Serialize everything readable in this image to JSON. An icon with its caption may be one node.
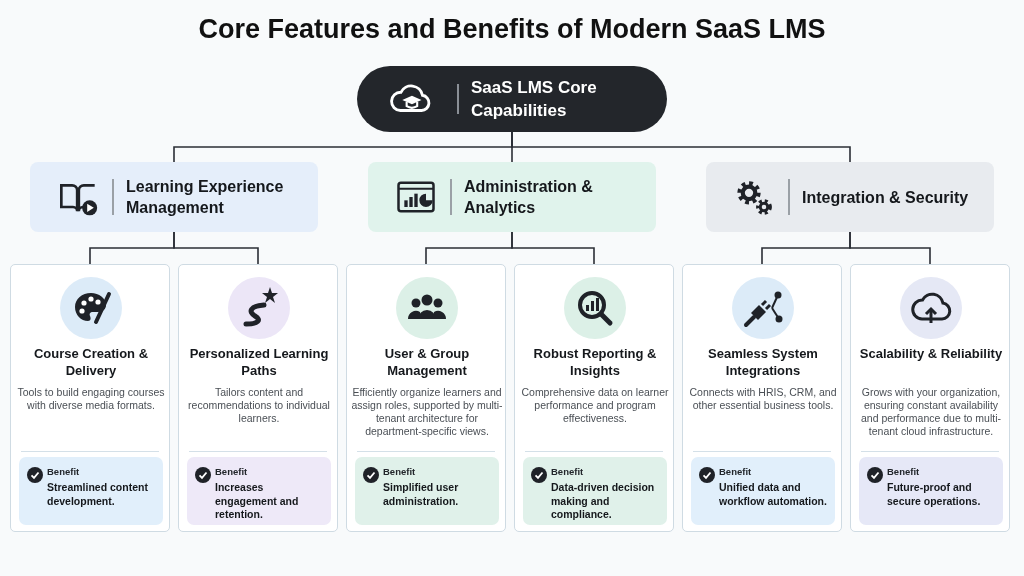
{
  "diagram": {
    "title": "Core Features and Benefits of Modern SaaS LMS",
    "nodes": [
      {
        "text": [
          "SaaS LMS Core Capabilities"
        ]
      },
      {
        "text": [
          "Learning Experience Management"
        ]
      },
      {
        "text": [
          "Administration & Analytics"
        ]
      },
      {
        "text": [
          "Integration & Security"
        ]
      },
      {
        "text": [
          "Course Creation & Delivery",
          "Tools to build engaging courses with diverse media formats."
        ]
      },
      {
        "text": [
          "Benefit",
          "Streamlined content development."
        ],
        "in": 4
      },
      {
        "text": [
          "Personalized Learning Paths",
          "Tailors content and recommendations to individual learners."
        ]
      },
      {
        "text": [
          "Benefit",
          "Increases engagement and retention."
        ],
        "in": 6
      },
      {
        "text": [
          "User & Group Management",
          "Efficiently organize learners and assign roles, supported by multi-tenant architecture for department-specific views."
        ]
      },
      {
        "text": [
          "Benefit",
          "Simplified user administration."
        ],
        "in": 8
      },
      {
        "text": [
          "Robust Reporting & Insights",
          "Comprehensive data on learner performance and program effectiveness."
        ]
      },
      {
        "text": [
          "Benefit",
          "Data-driven decision making and compliance."
        ],
        "in": 10
      },
      {
        "text": [
          "Seamless System Integrations",
          "Connects with HRIS, CRM, and other essential business tools."
        ]
      },
      {
        "text": [
          "Benefit",
          "Unified data and workflow automation."
        ],
        "in": 12
      },
      {
        "text": [
          "Scalability & Reliability",
          "Grows with your organization, ensuring constant availability and performance due to multi-tenant cloud infrastructure."
        ]
      },
      {
        "text": [
          "Benefit",
          "Future-proof and secure operations."
        ],
        "in": 14
      }
    ],
    "edges": [
      {
        "from": 0,
        "to": 1,
        "arrow": "none"
      },
      {
        "from": 0,
        "to": 2,
        "arrow": "none"
      },
      {
        "from": 0,
        "to": 3,
        "arrow": "none"
      },
      {
        "from": 1,
        "to": 4,
        "arrow": "none"
      },
      {
        "from": 1,
        "to": 6,
        "arrow": "none"
      },
      {
        "from": 2,
        "to": 8,
        "arrow": "none"
      },
      {
        "from": 2,
        "to": 10,
        "arrow": "none"
      },
      {
        "from": 3,
        "to": 12,
        "arrow": "none"
      },
      {
        "from": 3,
        "to": 14,
        "arrow": "none"
      }
    ]
  }
}
